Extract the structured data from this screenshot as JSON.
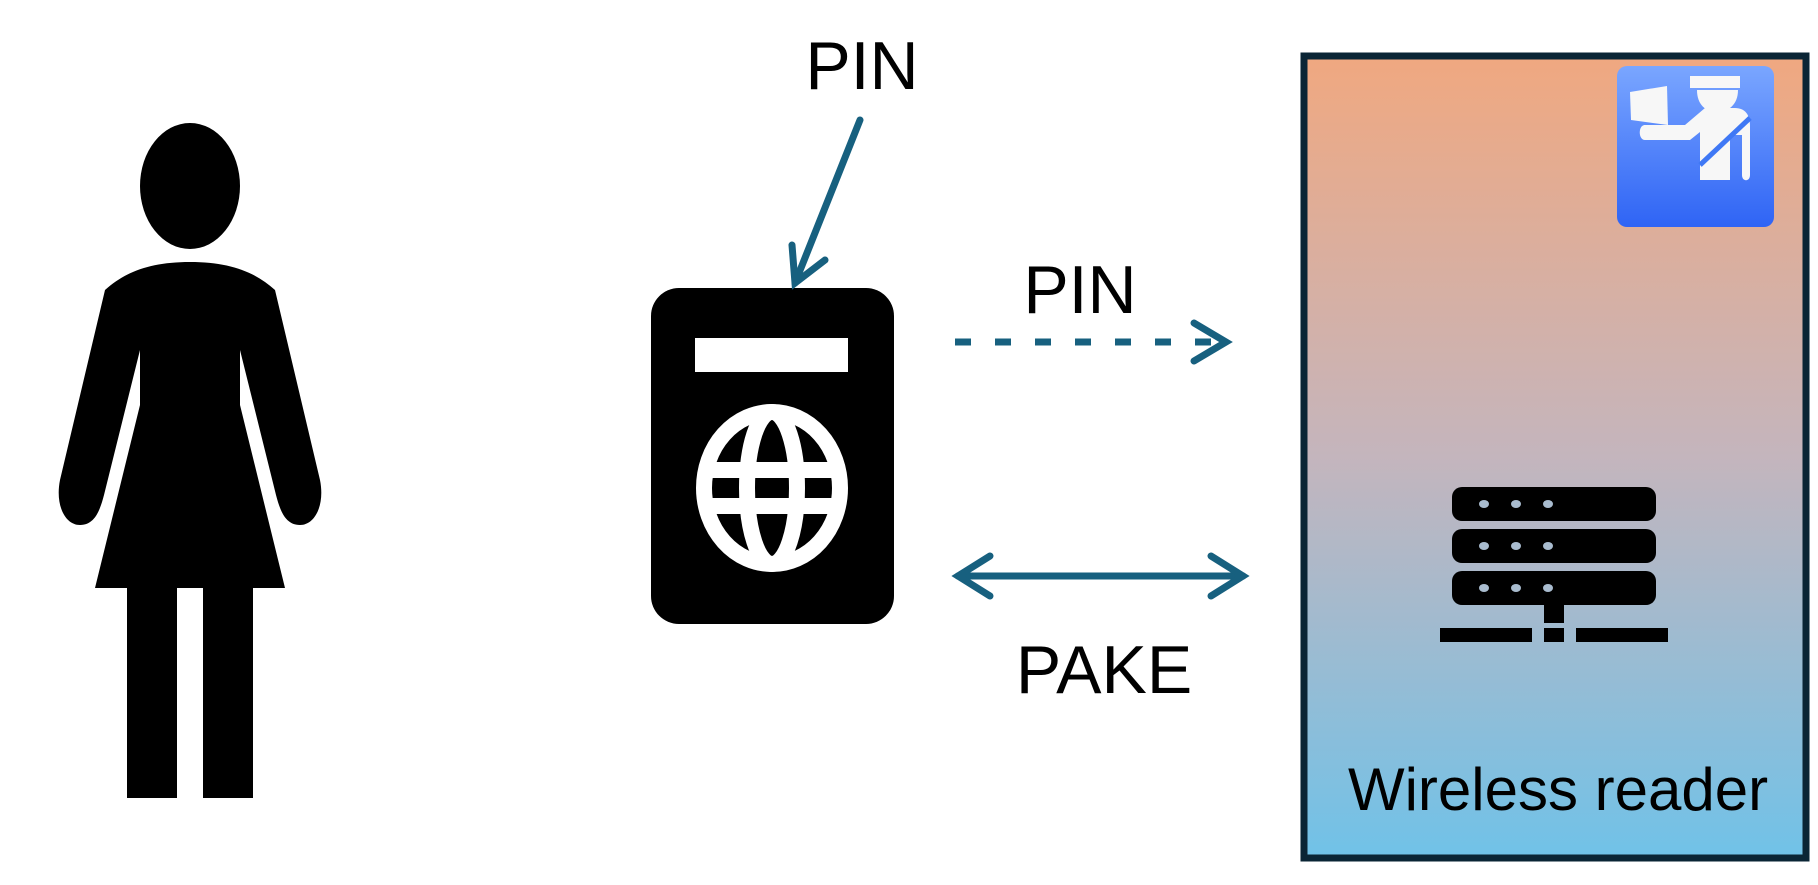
{
  "labels": {
    "pin_top": "PIN",
    "pin_transfer": "PIN",
    "pake": "PAKE",
    "reader": "Wireless reader"
  },
  "icons": [
    "person-icon",
    "passport-icon",
    "border-officer-icon",
    "server-icon"
  ],
  "colors": {
    "arrow": "#17607f",
    "reader_border": "#0a2535",
    "reader_gradient_top": "#f0a880",
    "reader_gradient_bottom": "#70c2e8",
    "officer_icon_bg": "#3f78f5"
  }
}
